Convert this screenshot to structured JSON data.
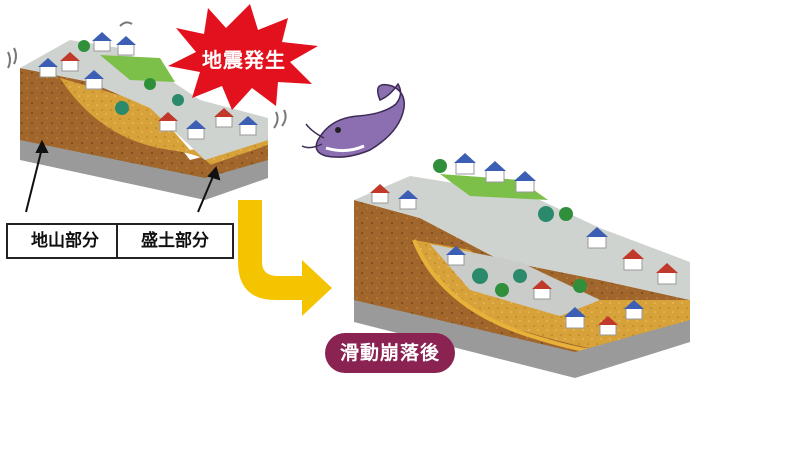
{
  "labels": {
    "earthquake": "地震発生",
    "natural_ground": "地山部分",
    "fill_ground": "盛土部分",
    "after_landslide": "滑動崩落後"
  },
  "colors": {
    "burst_red": "#e3101d",
    "badge_purple": "#8b2352",
    "arrow_yellow": "#f5c400",
    "soil_brown": "#a0662b",
    "fill_yellow": "#d8a23a",
    "bedrock_gray": "#9a9a9a",
    "grass_green": "#7cc04a"
  },
  "icons": [
    "earthquake-burst-icon",
    "catfish-icon",
    "flow-arrow-icon",
    "house-icon",
    "tree-icon"
  ]
}
